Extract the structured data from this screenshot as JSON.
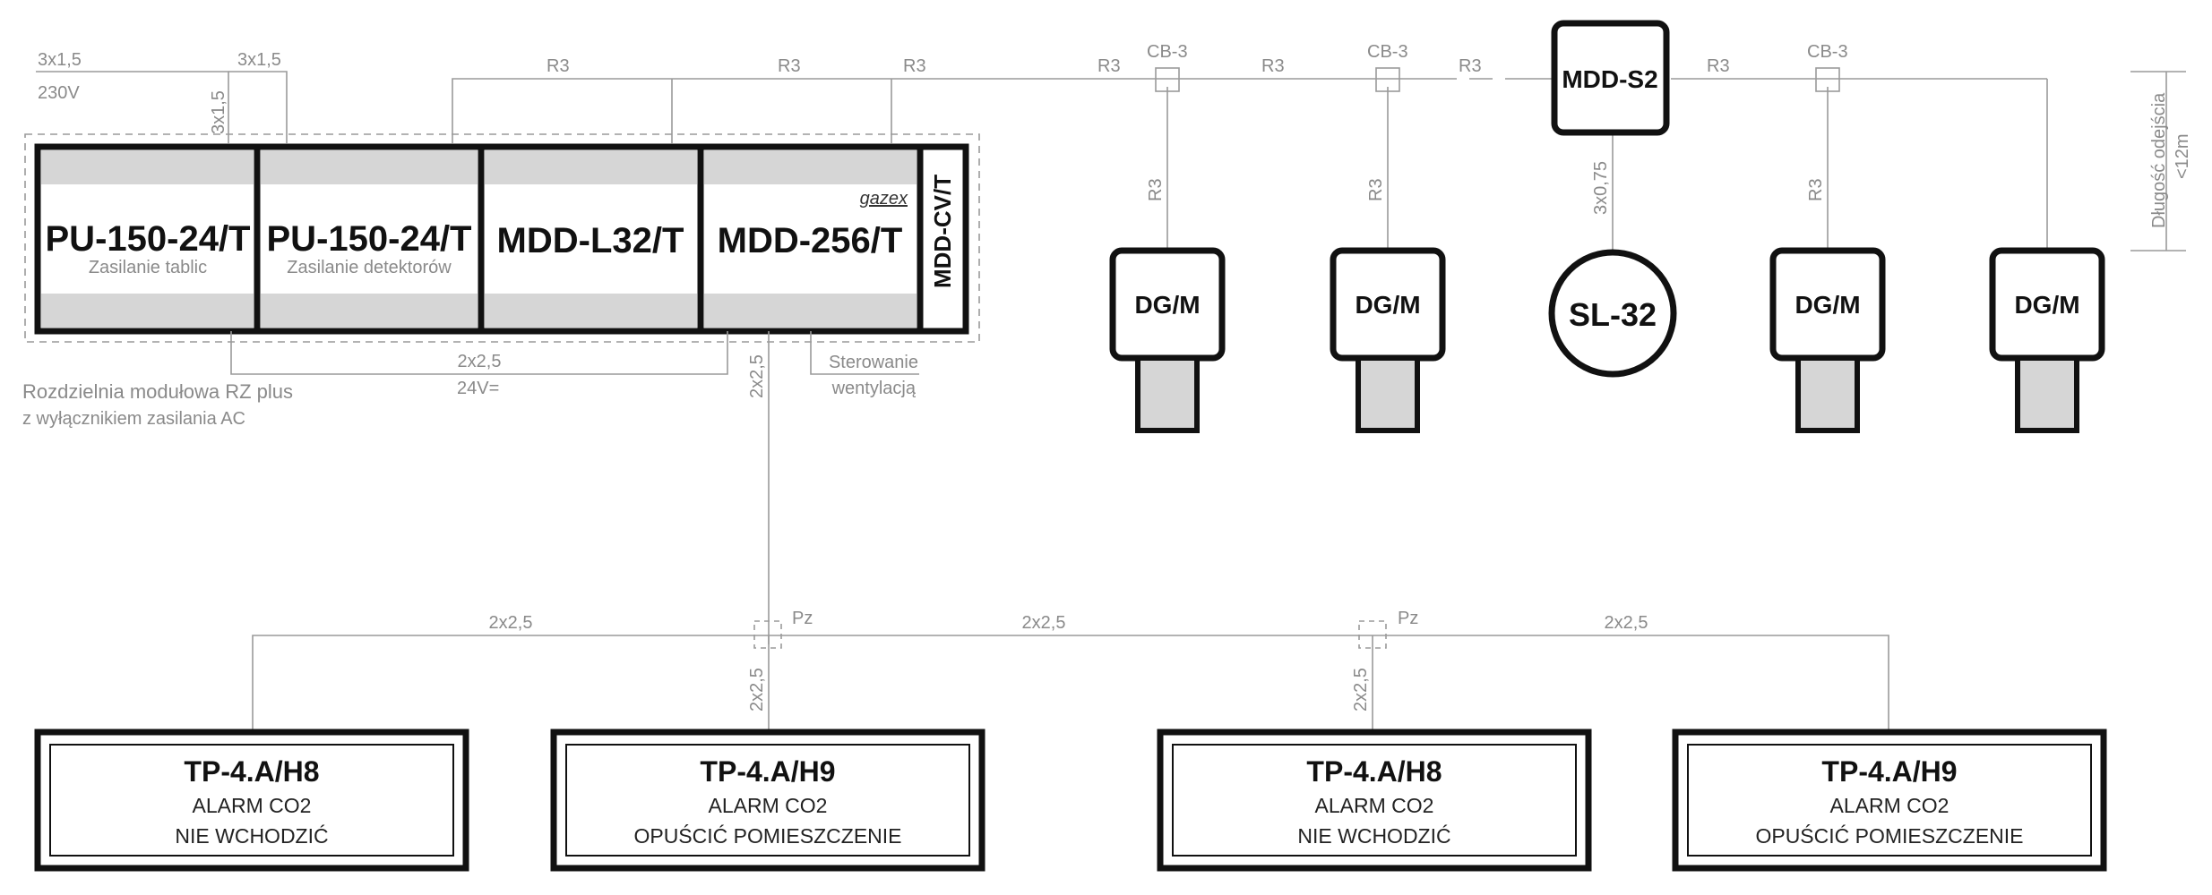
{
  "modules": [
    {
      "label": "PU-150-24/T",
      "sub": "Zasilanie tablic"
    },
    {
      "label": "PU-150-24/T",
      "sub": "Zasilanie detektorów"
    },
    {
      "label": "MDD-L32/T",
      "sub": ""
    },
    {
      "label": "MDD-256/T",
      "sub": ""
    },
    {
      "label": "MDD-CV/T",
      "sub": ""
    }
  ],
  "gazex_logo": "gazex",
  "cabinet": {
    "title": "Rozdzielnia modułowa RZ plus",
    "subtitle": "z wyłącznikiem zasilania AC"
  },
  "top_cables": {
    "feed1": "3x1,5",
    "feed1_voltage": "230V",
    "feed1_vertical": "3x1,5",
    "feed2": "3x1,5",
    "bus": [
      "R3",
      "R3",
      "R3",
      "R3",
      "R3",
      "R3",
      "R3"
    ]
  },
  "bottom_cables": {
    "supply": "2x2,5",
    "supply_voltage": "24V=",
    "ventilation": [
      "Sterowanie",
      "wentylacją"
    ],
    "down": "2x2,5"
  },
  "bus_devices": {
    "junctions": [
      "CB-3",
      "CB-3",
      "CB-3"
    ],
    "detectors": [
      "DG/M",
      "DG/M",
      "DG/M",
      "DG/M"
    ],
    "drops": [
      "R3",
      "R3",
      "R3"
    ],
    "module": "MDD-S2",
    "module_cable": "3x0,75",
    "siren": "SL-32",
    "length_note": [
      "Długość odejścia",
      "<12m"
    ]
  },
  "panel_bus": {
    "segments": [
      "2x2,5",
      "2x2,5",
      "2x2,5"
    ],
    "taps": [
      "Pz",
      "Pz"
    ],
    "drops": [
      "2x2,5",
      "2x2,5"
    ]
  },
  "panels": [
    {
      "title": "TP-4.A/H8",
      "line1": "ALARM CO2",
      "line2": "NIE WCHODZIĆ"
    },
    {
      "title": "TP-4.A/H9",
      "line1": "ALARM CO2",
      "line2": "OPUŚCIĆ POMIESZCZENIE"
    },
    {
      "title": "TP-4.A/H8",
      "line1": "ALARM CO2",
      "line2": "NIE WCHODZIĆ"
    },
    {
      "title": "TP-4.A/H9",
      "line1": "ALARM CO2",
      "line2": "OPUŚCIĆ POMIESZCZENIE"
    }
  ]
}
